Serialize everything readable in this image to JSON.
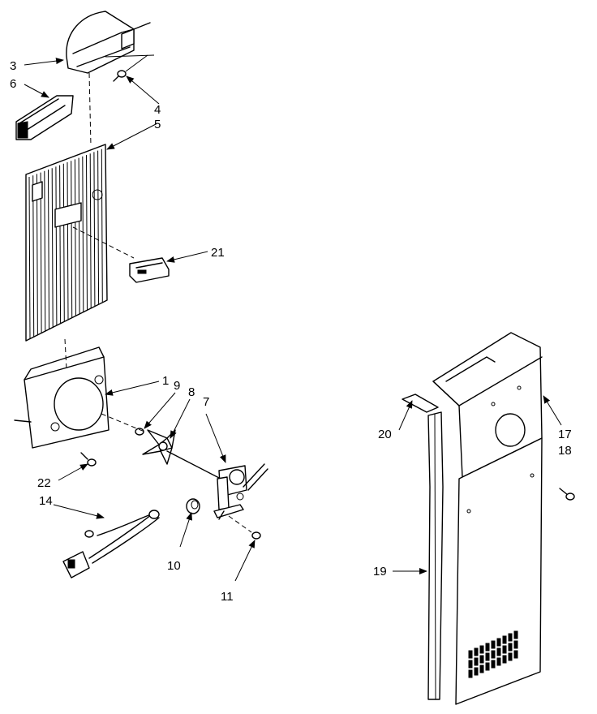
{
  "callouts": {
    "c1": "1",
    "c3": "3",
    "c4": "4",
    "c5": "5",
    "c6": "6",
    "c7": "7",
    "c8": "8",
    "c9": "9",
    "c10": "10",
    "c11": "11",
    "c14": "14",
    "c17": "17",
    "c18": "18",
    "c19": "19",
    "c20": "20",
    "c21": "21",
    "c22": "22"
  }
}
